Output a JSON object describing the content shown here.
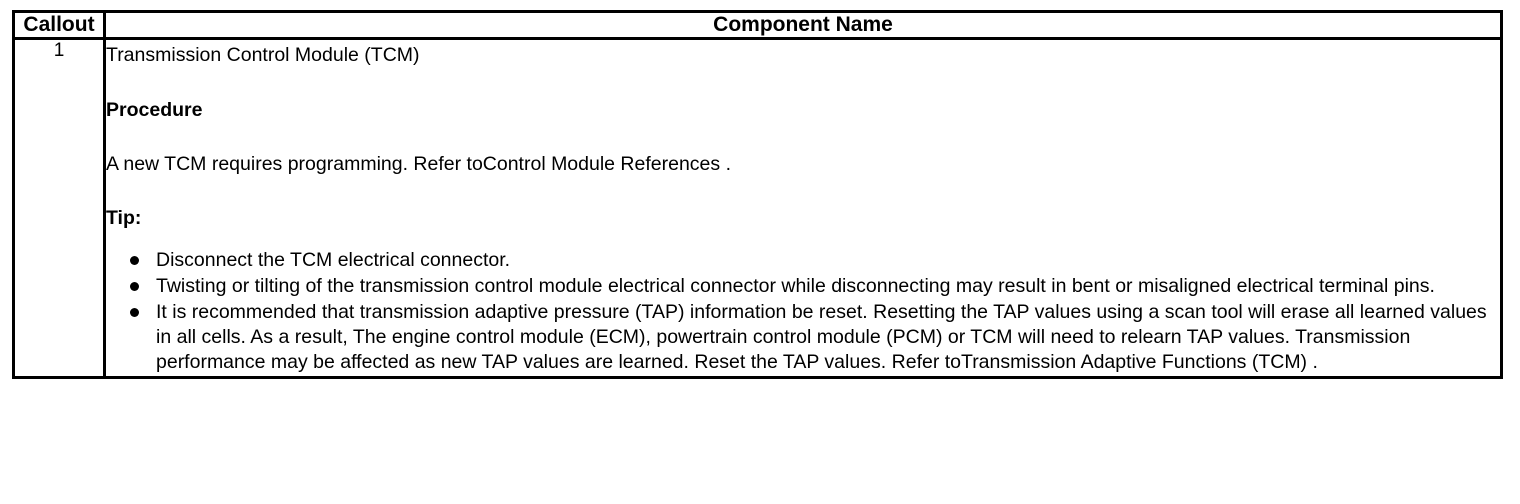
{
  "table": {
    "headers": {
      "callout": "Callout",
      "component_name": "Component Name"
    },
    "rows": [
      {
        "callout": "1",
        "title": "Transmission Control Module (TCM)",
        "procedure_heading": "Procedure",
        "procedure_text": "A new TCM requires programming. Refer toControl Module References .",
        "tip_heading": "Tip:",
        "tip_items": [
          "Disconnect the TCM electrical connector.",
          "Twisting or tilting of the transmission control module electrical connector while disconnecting may result in bent or misaligned electrical terminal pins.",
          "It is recommended that transmission adaptive pressure (TAP) information be reset. Resetting the TAP values using a scan tool will erase all learned values in all cells. As a result, The engine control module (ECM), powertrain control module (PCM) or TCM will need to relearn TAP values. Transmission performance may be affected as new TAP values are learned. Reset the TAP values. Refer toTransmission Adaptive Functions (TCM) ."
        ]
      }
    ]
  },
  "colors": {
    "border": "#000000",
    "text": "#000000",
    "background": "#ffffff"
  }
}
